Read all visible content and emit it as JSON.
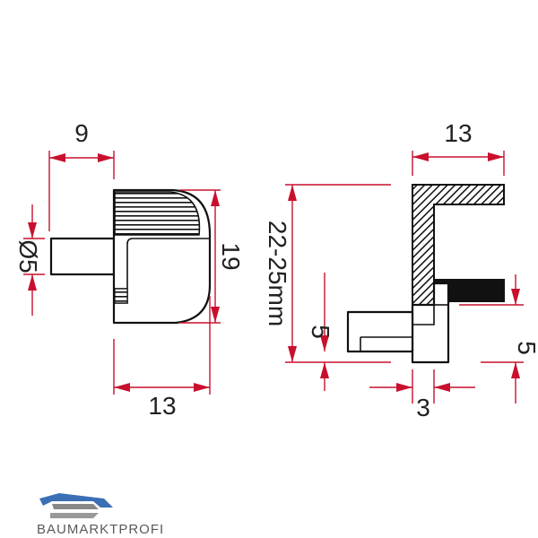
{
  "diagram": {
    "left_view": {
      "dim_top": "9",
      "dim_left": "Ø5",
      "dim_right": "19",
      "dim_bottom": "13"
    },
    "right_view": {
      "dim_top": "13",
      "dim_left_overall": "22-25mm",
      "dim_left_inner": "5",
      "dim_right": "5",
      "dim_bottom": "3"
    }
  },
  "logo": {
    "text": "BAUMARKTPROFI"
  },
  "colors": {
    "dimension": "#c8102e",
    "outline": "#111111",
    "logo_blue": "#3a6fb5"
  }
}
